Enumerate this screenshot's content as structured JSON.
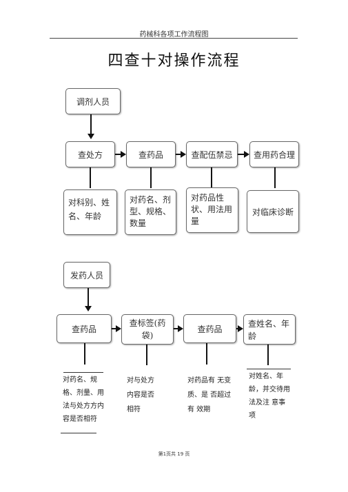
{
  "header": {
    "title": "药械科各项工作流程图"
  },
  "main_title": "四查十对操作流程",
  "section1": {
    "role": "调剂人员",
    "steps": [
      "查处方",
      "查药品",
      "查配伍禁忌",
      "查用药合理"
    ],
    "details": [
      "对科别、姓名、年龄",
      "对药名、剂型、规格、数量",
      "对药品性状、用法用量",
      "对临床诊断"
    ]
  },
  "section2": {
    "role": "发药人员",
    "steps": [
      "查药品",
      "查标签(药袋)",
      "查药品",
      "查姓名、年龄"
    ],
    "details": [
      "对药名、规格、剂量、用法与处方方内容是否相符",
      "对与处方内容是否相符",
      "对药品有 无变质、是 否超过有 效期",
      "对姓名、年龄，并交待用法及注 意事项"
    ]
  },
  "footer": {
    "page_label": "第1页共 19 页"
  }
}
